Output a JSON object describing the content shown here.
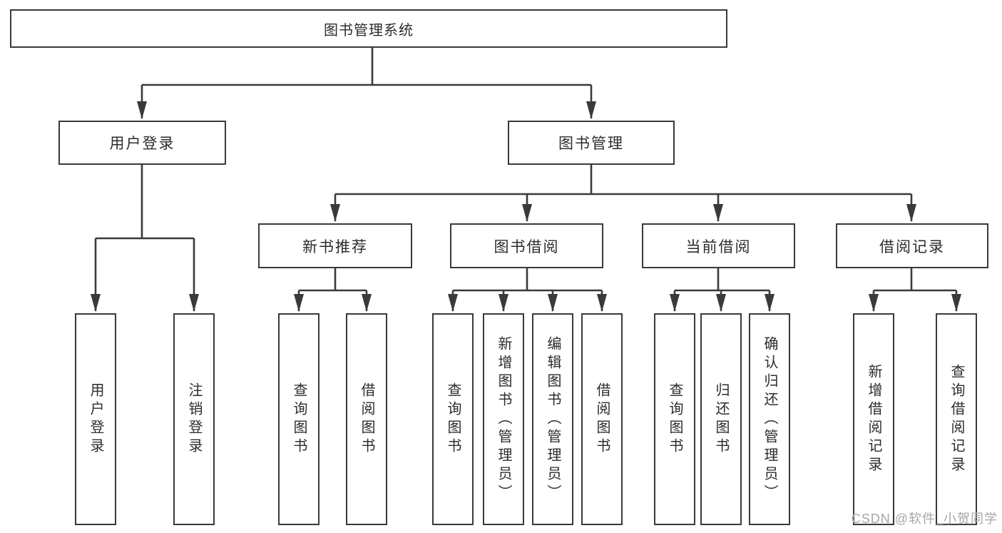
{
  "diagram": {
    "root": {
      "label": "图书管理系统"
    },
    "branches": [
      {
        "label": "用户登录",
        "children": [
          {
            "label": "用户登录"
          },
          {
            "label": "注销登录"
          }
        ]
      },
      {
        "label": "图书管理",
        "children": [
          {
            "label": "新书推荐",
            "children": [
              {
                "label": "查询图书"
              },
              {
                "label": "借阅图书"
              }
            ]
          },
          {
            "label": "图书借阅",
            "children": [
              {
                "label": "查询图书"
              },
              {
                "label": "新增图书（管理员）"
              },
              {
                "label": "编辑图书（管理员）"
              },
              {
                "label": "借阅图书"
              }
            ]
          },
          {
            "label": "当前借阅",
            "children": [
              {
                "label": "查询图书"
              },
              {
                "label": "归还图书"
              },
              {
                "label": "确认归还（管理员）"
              }
            ]
          },
          {
            "label": "借阅记录",
            "children": [
              {
                "label": "新增借阅记录"
              },
              {
                "label": "查询借阅记录"
              }
            ]
          }
        ]
      }
    ]
  },
  "watermark": {
    "text": "CSDN @软件_小贺同学"
  },
  "colors": {
    "line": "#3a3a3a",
    "text": "#2c2c2c",
    "background": "#ffffff",
    "watermark": "#a6a6a6"
  }
}
